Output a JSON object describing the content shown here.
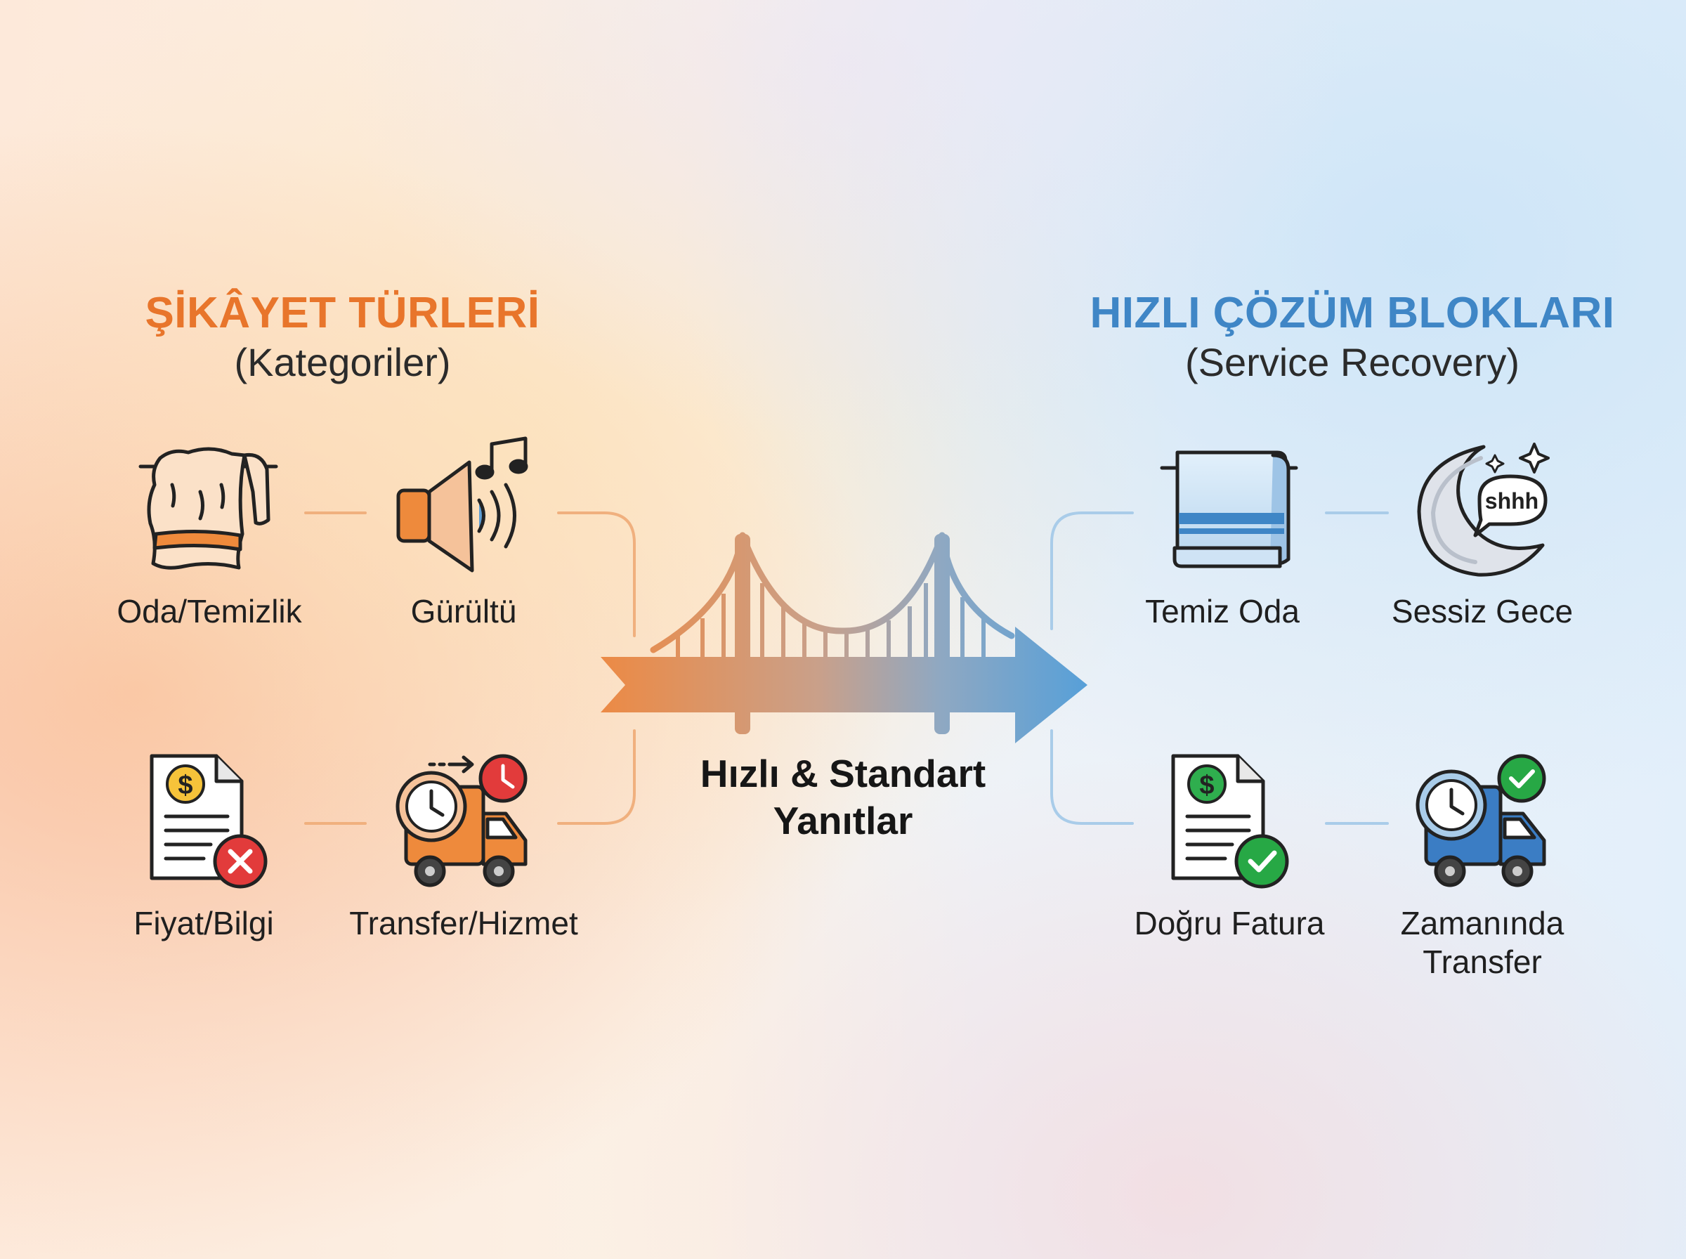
{
  "left": {
    "title": "ŞİKÂYET TÜRLERİ",
    "subtitle": "(Kategoriler)",
    "items": [
      {
        "label": "Oda/Temizlik",
        "icon": "dirty-towel-icon"
      },
      {
        "label": "Gürültü",
        "icon": "speaker-music-icon"
      },
      {
        "label": "Fiyat/Bilgi",
        "icon": "invoice-error-icon"
      },
      {
        "label": "Transfer/Hizmet",
        "icon": "delayed-truck-icon"
      }
    ]
  },
  "center": {
    "line1": "Hızlı & Standart",
    "line2": "Yanıtlar",
    "icon": "bridge-arrow-icon"
  },
  "right": {
    "title": "HIZLI ÇÖZÜM BLOKLARI",
    "subtitle": "(Service Recovery)",
    "items": [
      {
        "label": "Temiz Oda",
        "icon": "clean-towel-icon"
      },
      {
        "label": "Sessiz Gece",
        "icon": "moon-shhh-icon",
        "bubble": "shhh"
      },
      {
        "label": "Doğru Fatura",
        "icon": "invoice-check-icon"
      },
      {
        "label_line1": "Zamanında",
        "label_line2": "Transfer",
        "icon": "ontime-truck-icon"
      }
    ]
  },
  "colors": {
    "orange": "#e8752b",
    "orange_light": "#f0a56a",
    "blue": "#3f86c6",
    "blue_light": "#b9d7ef",
    "dark": "#1f1f1f",
    "red": "#e23b3b",
    "green": "#27a845"
  }
}
